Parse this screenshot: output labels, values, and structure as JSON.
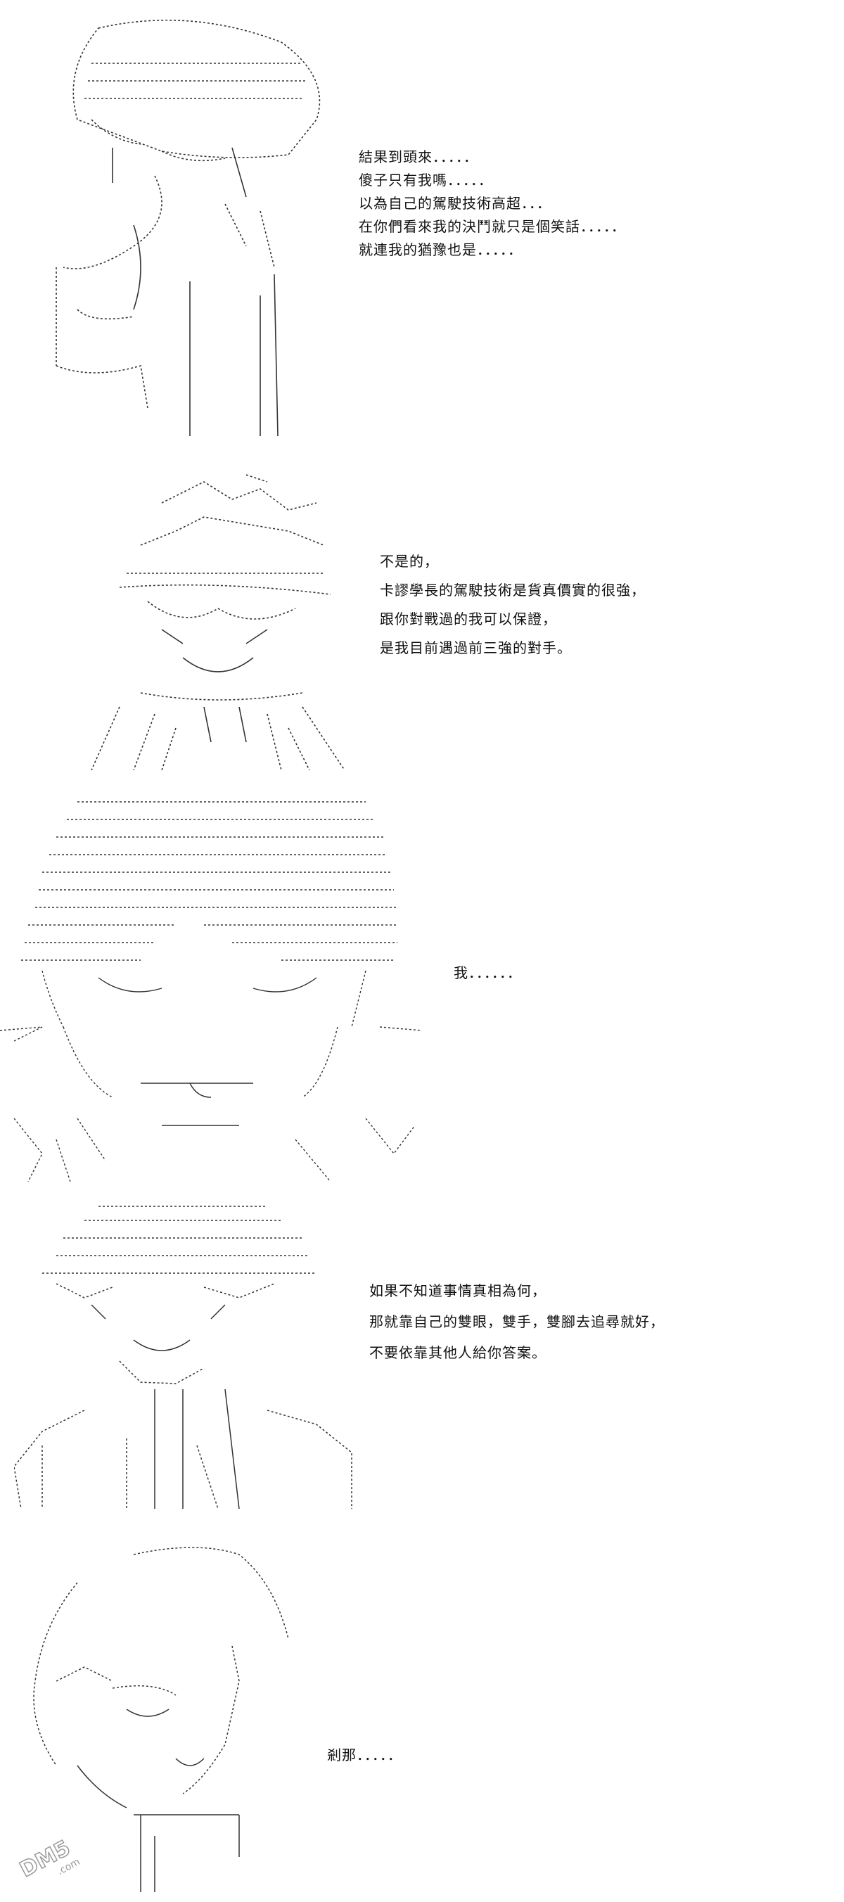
{
  "panels": [
    {
      "art": "hooded-figure-ascii-art",
      "lines": [
        "結果到頭來．．．．．",
        "傻子只有我嗎．．．．．",
        "以為自己的駕駛技術高超．．．",
        "在你們看來我的決鬥就只是個笑話．．．．．",
        "就連我的猶豫也是．．．．．"
      ]
    },
    {
      "art": "spiky-hair-character-ascii-art",
      "lines": [
        "不是的，",
        "卡謬學長的駕駛技術是貨真價實的很強，",
        "跟你對戰過的我可以保證，",
        "是我目前遇過前三強的對手。"
      ]
    },
    {
      "art": "large-hair-closeup-ascii-art",
      "lines": [
        "我．．．．．．"
      ]
    },
    {
      "art": "messy-hair-character-ascii-art",
      "lines": [
        "如果不知道事情真相為何，",
        "那就靠自己的雙眼，雙手，雙腳去追尋就好，",
        "不要依靠其他人給你答案。"
      ]
    },
    {
      "art": "profile-face-ascii-art",
      "lines": [
        "剎那．．．．．"
      ]
    }
  ],
  "watermark": {
    "text": "DM5",
    "subtext": ".com",
    "icon": "dm5-logo-icon"
  },
  "colors": {
    "ink": "#111111",
    "art_ink": "#333333",
    "watermark": "#9a9a9a",
    "background": "#ffffff"
  }
}
